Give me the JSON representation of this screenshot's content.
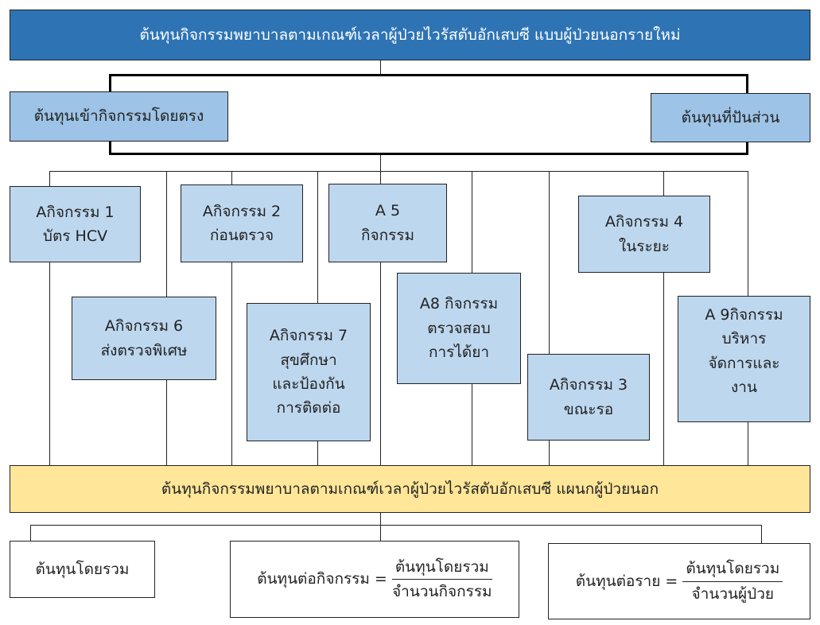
{
  "title": "ต้นทุนกิจกรรมพยาบาลตามเกณฑ์เวลาผู้ป่วยไวรัสตับอักเสบซี แบบผู้ป่วยนอกรายใหม่",
  "direct_cost": "ต้นทุนเข้ากิจกรรมโดยตรง",
  "allocated_cost": "ต้นทุนที่ปันส่วน",
  "activities": {
    "a1": [
      "Aกิจกรรม 1",
      "บัตร HCV"
    ],
    "a2": [
      "Aกิจกรรม 2",
      "ก่อนตรวจ"
    ],
    "a5": [
      "A 5",
      "กิจกรรม"
    ],
    "a4": [
      "Aกิจกรรม 4",
      "ในระยะ"
    ],
    "a6": [
      "Aกิจกรรม 6",
      "ส่งตรวจพิเศษ"
    ],
    "a7": [
      "Aกิจกรรม 7",
      "สุขศึกษา",
      "และป้องกัน",
      "การติดต่อ"
    ],
    "a8": [
      "A8 กิจกรรม",
      "ตรวจสอบ",
      "การได้ยา"
    ],
    "a3": [
      "Aกิจกรรม 3",
      "ขณะรอ"
    ],
    "a9": [
      "A 9กิจกรรม",
      "บริหาร",
      "จัดการและ",
      "งาน"
    ]
  },
  "summary": "ต้นทุนกิจกรรมพยาบาลตามเกณฑ์เวลาผู้ป่วยไวรัสตับอักเสบซี แผนกผู้ป่วยนอก",
  "total_cost": "ต้นทุนโดยรวม",
  "per_activity": {
    "label": "ต้นทุนต่อกิจกรรม =",
    "num": "ต้นทุนโดยรวม",
    "den": "จำนวนกิจกรรม"
  },
  "per_patient": {
    "label": "ต้นทุนต่อราย =",
    "num": "ต้นทุนโดยรวม",
    "den": "จำนวนผู้ป่วย"
  },
  "colors": {
    "title": "#2e74b5",
    "cost": "#9dc3e6",
    "activity": "#bdd7ee",
    "summary": "#ffe699"
  }
}
